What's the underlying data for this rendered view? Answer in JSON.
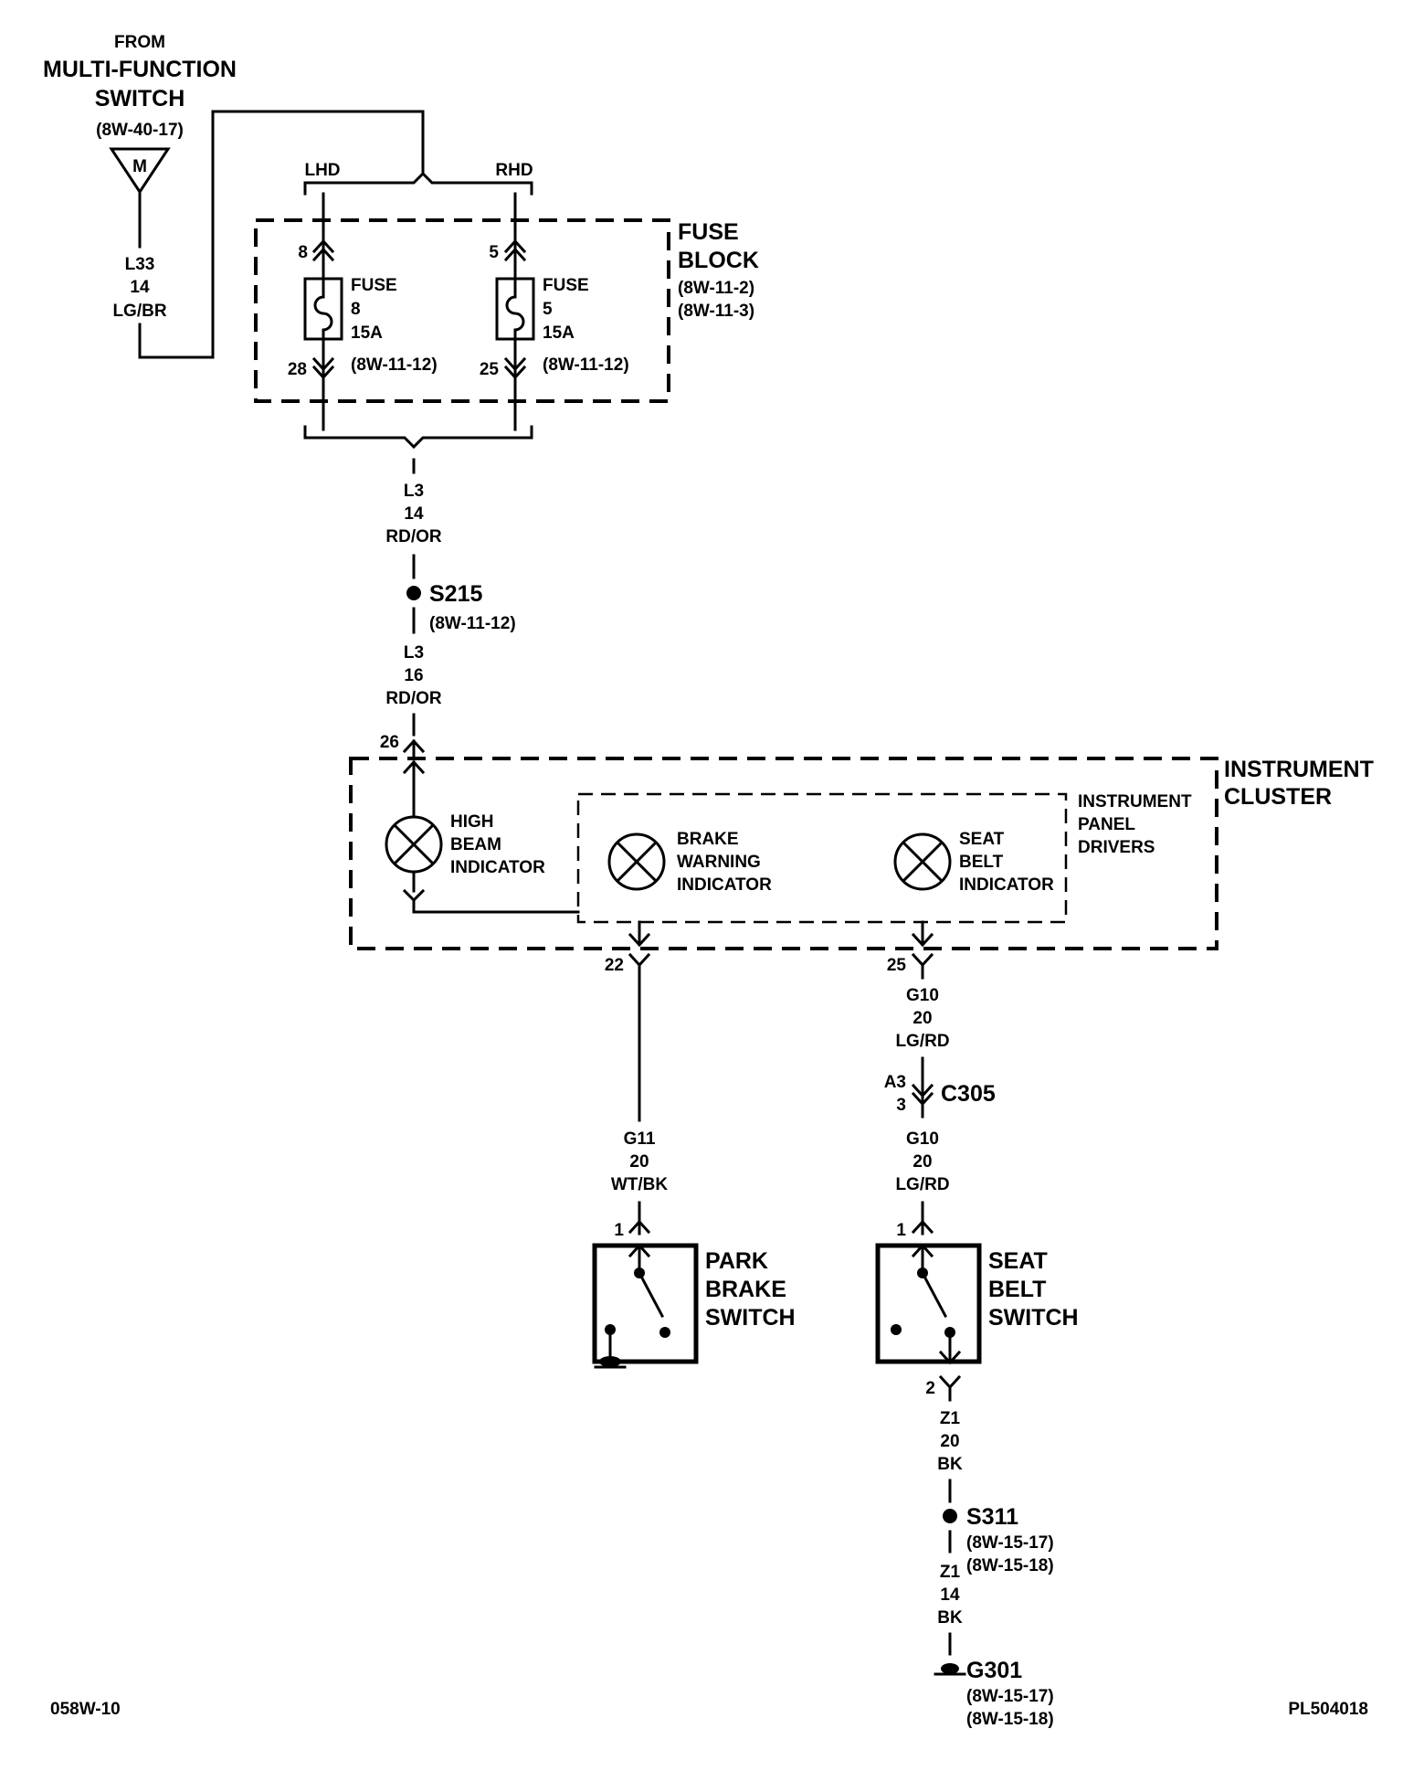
{
  "source": {
    "from": "FROM",
    "name_line1": "MULTI-FUNCTION",
    "name_line2": "SWITCH",
    "ref": "(8W-40-17)",
    "connector_letter": "M",
    "wire": [
      "L33",
      "14",
      "LG/BR"
    ]
  },
  "fuse_block": {
    "title_line1": "FUSE",
    "title_line2": "BLOCK",
    "refs": [
      "(8W-11-2)",
      "(8W-11-3)"
    ],
    "lhd": "LHD",
    "rhd": "RHD",
    "fuse8": {
      "in_pin": "8",
      "out_pin": "28",
      "label": [
        "FUSE",
        "8",
        "15A"
      ],
      "ref": "(8W-11-12)"
    },
    "fuse5": {
      "in_pin": "5",
      "out_pin": "25",
      "label": [
        "FUSE",
        "5",
        "15A"
      ],
      "ref": "(8W-11-12)"
    }
  },
  "feed_wire1": [
    "L3",
    "14",
    "RD/OR"
  ],
  "splice_s215": {
    "name": "S215",
    "ref": "(8W-11-12)"
  },
  "feed_wire2": [
    "L3",
    "16",
    "RD/OR"
  ],
  "instrument_cluster": {
    "title_line1": "INSTRUMENT",
    "title_line2": "CLUSTER",
    "in_pin": "26",
    "high_beam": [
      "HIGH",
      "BEAM",
      "INDICATOR"
    ],
    "drivers": [
      "INSTRUMENT",
      "PANEL",
      "DRIVERS"
    ],
    "brake": [
      "BRAKE",
      "WARNING",
      "INDICATOR"
    ],
    "seat_belt": [
      "SEAT",
      "BELT",
      "INDICATOR"
    ],
    "pin_brake": "22",
    "pin_belt": "25"
  },
  "brake_wire": [
    "G11",
    "20",
    "WT/BK"
  ],
  "belt_wire1": [
    "G10",
    "20",
    "LG/RD"
  ],
  "connector_c305": {
    "name": "C305",
    "pin_a": "A3",
    "pin_b": "3"
  },
  "belt_wire2": [
    "G10",
    "20",
    "LG/RD"
  ],
  "park_brake_switch": {
    "pin": "1",
    "label": [
      "PARK",
      "BRAKE",
      "SWITCH"
    ]
  },
  "seat_belt_switch": {
    "pin_in": "1",
    "pin_out": "2",
    "label": [
      "SEAT",
      "BELT",
      "SWITCH"
    ]
  },
  "ground_wire1": [
    "Z1",
    "20",
    "BK"
  ],
  "splice_s311": {
    "name": "S311",
    "refs": [
      "(8W-15-17)",
      "(8W-15-18)"
    ]
  },
  "ground_wire2": [
    "Z1",
    "14",
    "BK"
  ],
  "ground_g301": {
    "name": "G301",
    "refs": [
      "(8W-15-17)",
      "(8W-15-18)"
    ]
  },
  "footer": {
    "left": "058W-10",
    "right": "PL504018"
  }
}
